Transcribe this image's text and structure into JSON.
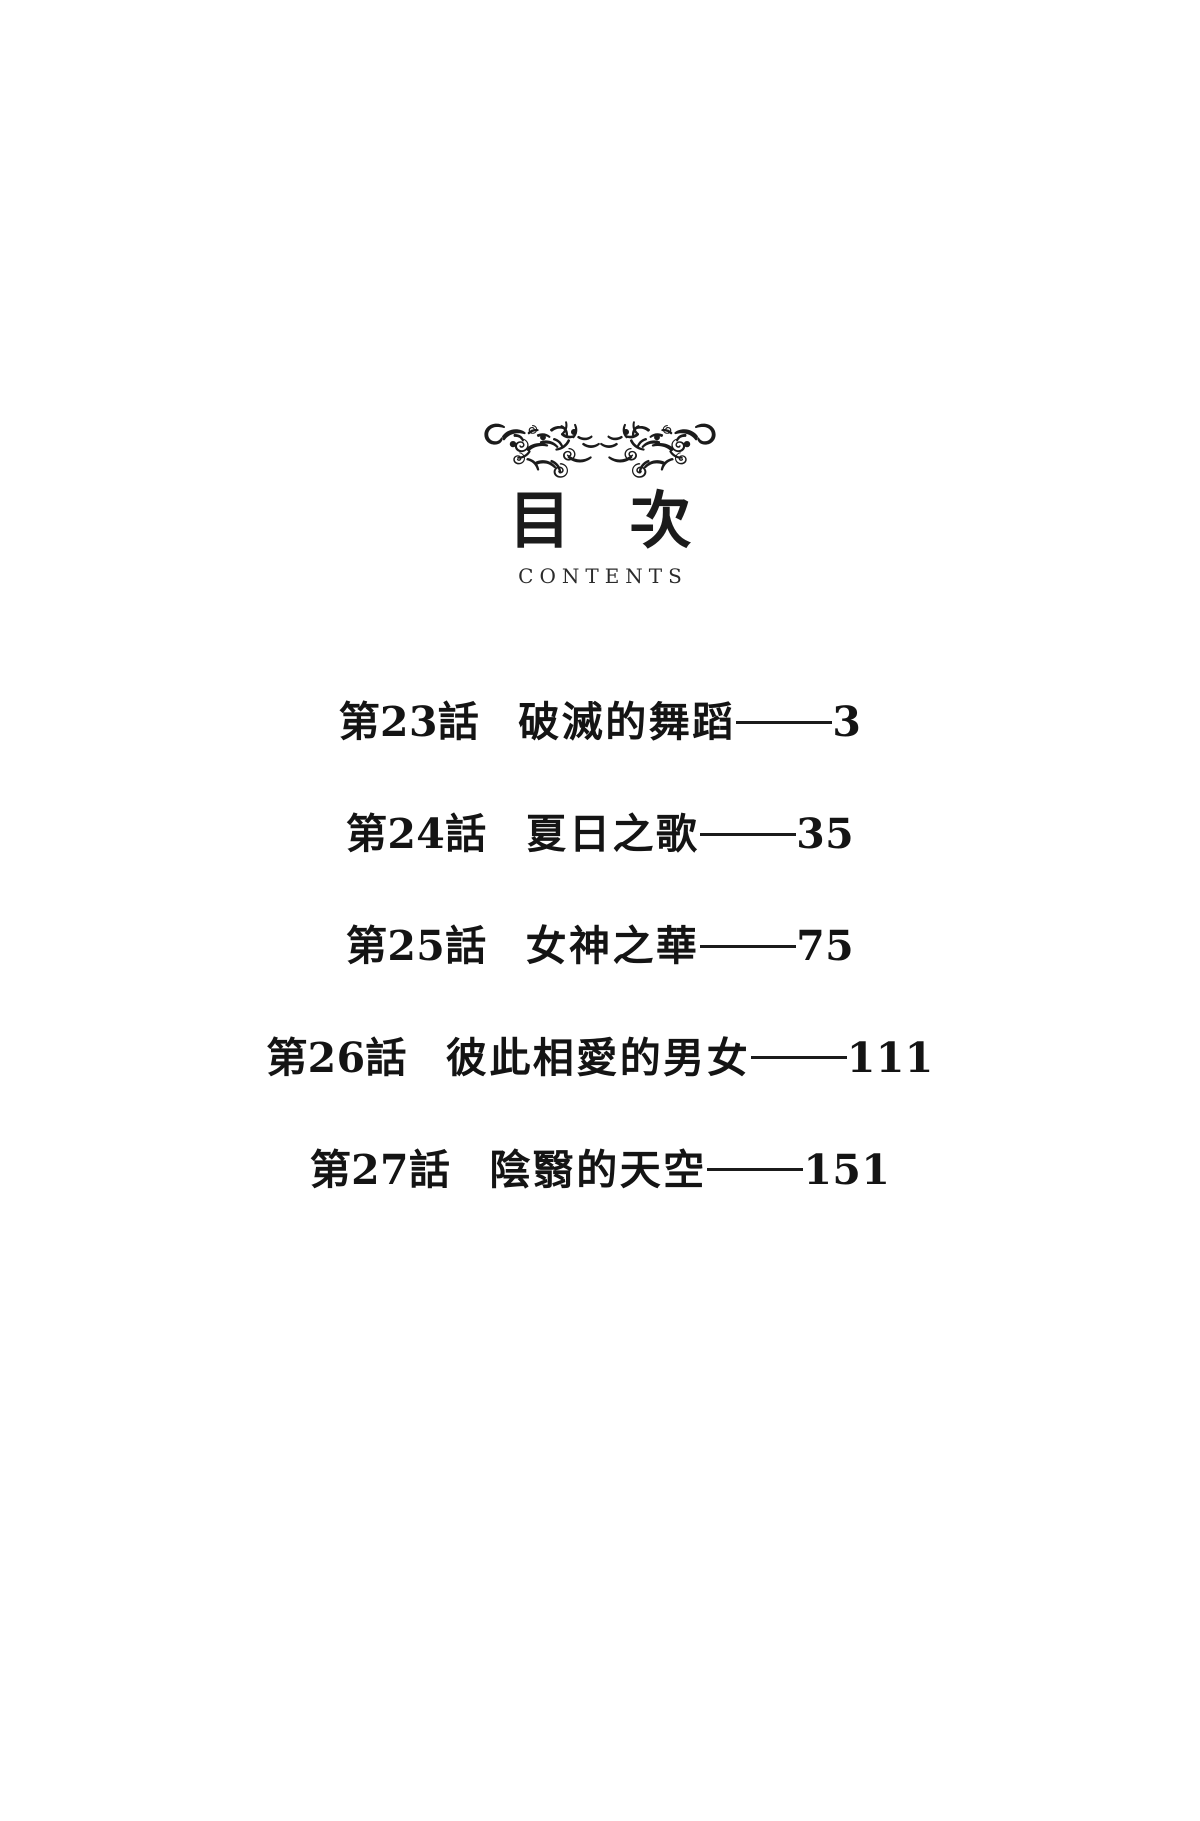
{
  "page": {
    "background_color": "#ffffff",
    "ink_color": "#1a1a1a"
  },
  "masthead": {
    "ornament_name": "floral-filigree-divider",
    "title_cjk": "目 次",
    "title_latin": "CONTENTS"
  },
  "toc": {
    "entries": [
      {
        "chapter_label": "第23話",
        "title": "破滅的舞蹈",
        "leader": "———",
        "page_number": "3"
      },
      {
        "chapter_label": "第24話",
        "title": "夏日之歌",
        "leader": "———",
        "page_number": "35"
      },
      {
        "chapter_label": "第25話",
        "title": "女神之華",
        "leader": "———",
        "page_number": "75"
      },
      {
        "chapter_label": "第26話",
        "title": "彼此相愛的男女",
        "leader": "———",
        "page_number": "111"
      },
      {
        "chapter_label": "第27話",
        "title": "陰翳的天空",
        "leader": "———",
        "page_number": "151"
      }
    ]
  }
}
